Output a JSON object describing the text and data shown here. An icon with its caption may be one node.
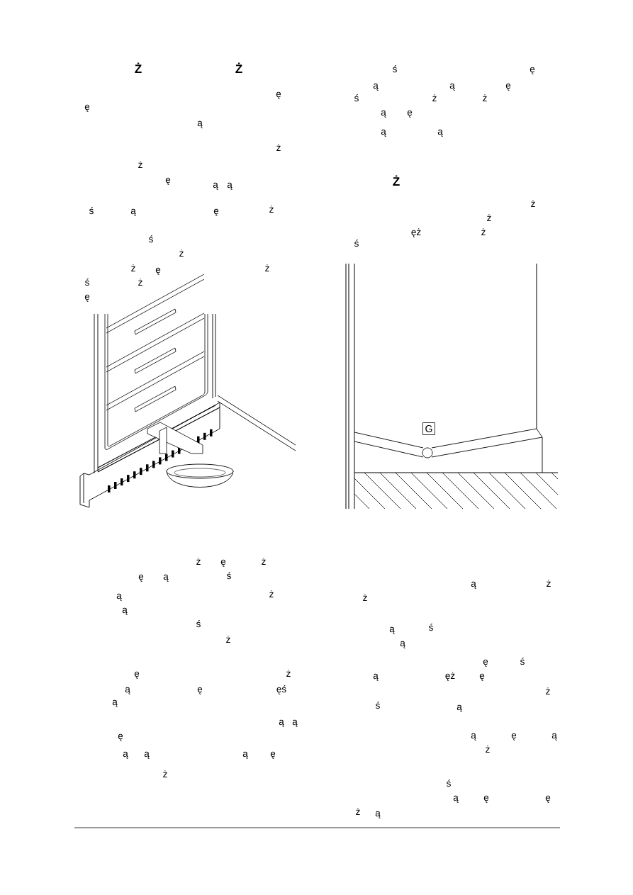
{
  "diagram": {
    "nodes": [
      {
        "text": [
          "G"
        ]
      }
    ],
    "labels": [
      "Ż",
      "Ż",
      "ę",
      "ę",
      "ą",
      "ż",
      "ż",
      "ę",
      "ą",
      "ą",
      "ś",
      "ą",
      "ę",
      "ż",
      "ś",
      "ż",
      "ż",
      "ę",
      "ż",
      "ś",
      "ż",
      "ę",
      "ż",
      "ę",
      "ż",
      "ę",
      "ą",
      "ś",
      "ą",
      "ż",
      "ą",
      "ś",
      "ż",
      "ę",
      "ż",
      "ą",
      "ę",
      "ęś",
      "ą",
      "ą",
      "ą",
      "ę",
      "ą",
      "ą",
      "ą",
      "ę",
      "ż",
      "ś",
      "ę",
      "ą",
      "ą",
      "ę",
      "ś",
      "ż",
      "ż",
      "ą",
      "ę",
      "ą",
      "ą",
      "Ż",
      "ż",
      "ż",
      "ęż",
      "ż",
      "ś",
      "ą",
      "ż",
      "ż",
      "ą",
      "ś",
      "ą",
      "ę",
      "ś",
      "ą",
      "ęż",
      "ę",
      "ż",
      "ś",
      "ą",
      "ą",
      "ę",
      "ą",
      "ż",
      "ś",
      "ą",
      "ę",
      "ę",
      "ż",
      "ą"
    ]
  }
}
